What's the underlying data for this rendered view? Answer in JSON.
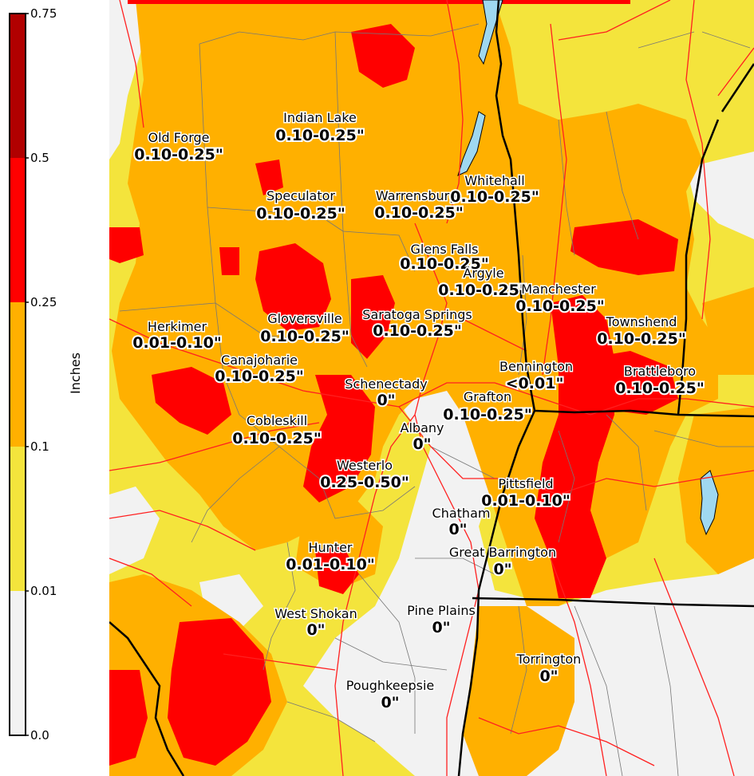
{
  "legend": {
    "title": "Inches",
    "ticks": [
      "0.75",
      "0.5",
      "0.25",
      "0.1",
      "0.01",
      "0.0"
    ],
    "bins": [
      {
        "range": "0.5-0.75",
        "color": "#b10000"
      },
      {
        "range": "0.25-0.5",
        "color": "#ff0000"
      },
      {
        "range": "0.1-0.25",
        "color": "#ffb000"
      },
      {
        "range": "0.01-0.1",
        "color": "#f4e43c"
      },
      {
        "range": "0.0-0.01",
        "color": "#f2f2f2"
      }
    ]
  },
  "map": {
    "colors": {
      "background": "#f4e43c",
      "no_precip": "#f2f2f2",
      "light": "#f4e43c",
      "moderate": "#ffb000",
      "heavy": "#ff0000",
      "roads": "#ff2020",
      "water": "#9fd8f0",
      "state_lines": "#000000",
      "county_lines": "#777777"
    },
    "cities": [
      {
        "name": "Old Forge",
        "value": "0.10-0.25\""
      },
      {
        "name": "Indian Lake",
        "value": "0.10-0.25\""
      },
      {
        "name": "Speculator",
        "value": "0.10-0.25\""
      },
      {
        "name": "Warrensburg",
        "value": "0.10-0.25\""
      },
      {
        "name": "Whitehall",
        "value": "0.10-0.25\""
      },
      {
        "name": "Glens Falls",
        "value": "0.10-0.25\""
      },
      {
        "name": "Argyle",
        "value": "0.10-0.25\""
      },
      {
        "name": "Manchester",
        "value": "0.10-0.25\""
      },
      {
        "name": "Townshend",
        "value": "0.10-0.25\""
      },
      {
        "name": "Herkimer",
        "value": "0.01-0.10\""
      },
      {
        "name": "Gloversville",
        "value": "0.10-0.25\""
      },
      {
        "name": "Saratoga Springs",
        "value": "0.10-0.25\""
      },
      {
        "name": "Canajoharie",
        "value": "0.10-0.25\""
      },
      {
        "name": "Schenectady",
        "value": "0\""
      },
      {
        "name": "Bennington",
        "value": "<0.01\""
      },
      {
        "name": "Brattleboro",
        "value": "0.10-0.25\""
      },
      {
        "name": "Grafton",
        "value": "0.10-0.25\""
      },
      {
        "name": "Cobleskill",
        "value": "0.10-0.25\""
      },
      {
        "name": "Albany",
        "value": "0\""
      },
      {
        "name": "Westerlo",
        "value": "0.25-0.50\""
      },
      {
        "name": "Pittsfield",
        "value": "0.01-0.10\""
      },
      {
        "name": "Chatham",
        "value": "0\""
      },
      {
        "name": "Great Barrington",
        "value": "0\""
      },
      {
        "name": "Hunter",
        "value": "0.01-0.10\""
      },
      {
        "name": "West Shokan",
        "value": "0\""
      },
      {
        "name": "Pine Plains",
        "value": "0\""
      },
      {
        "name": "Torrington",
        "value": "0\""
      },
      {
        "name": "Poughkeepsie",
        "value": "0\""
      }
    ]
  }
}
